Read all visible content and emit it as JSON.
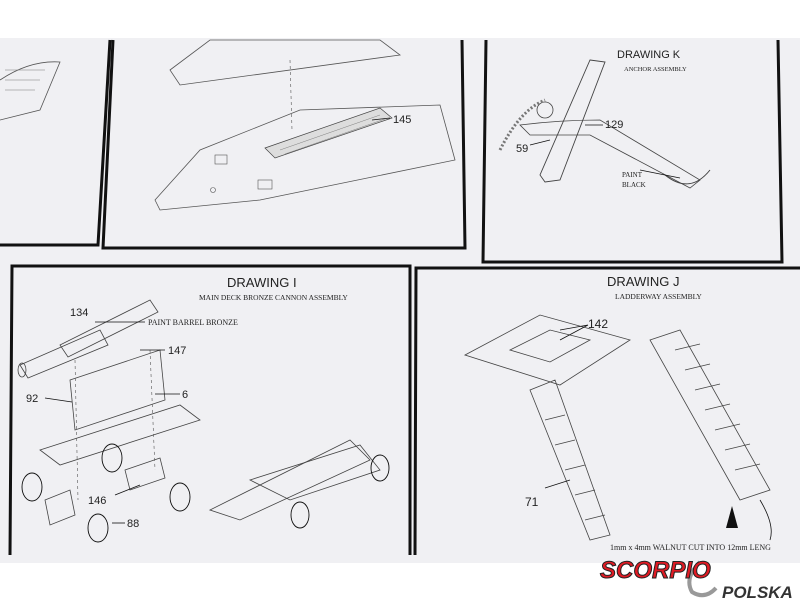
{
  "drawing_k": {
    "title": "DRAWING  K",
    "subtitle": "ANCHOR ASSEMBLY",
    "labels": [
      "129",
      "59"
    ],
    "note_line1": "PAINT",
    "note_line2": "BLACK"
  },
  "top_middle": {
    "labels": [
      "145"
    ]
  },
  "drawing_i": {
    "title": "DRAWING  I",
    "subtitle": "MAIN DECK BRONZE CANNON ASSEMBLY",
    "note": "PAINT BARREL BRONZE",
    "labels": [
      "134",
      "147",
      "92",
      "6",
      "146",
      "88"
    ]
  },
  "drawing_j": {
    "title": "DRAWING  J",
    "subtitle": "LADDERWAY ASSEMBLY",
    "labels": [
      "142",
      "71"
    ],
    "note": "1mm x 4mm WALNUT CUT INTO 12mm LENG"
  },
  "watermark": {
    "brand": "SCORPIO",
    "sub": "POLSKA"
  },
  "colors": {
    "paper": "#f1f1f4",
    "ink": "#222222",
    "brand_red": "#e01b24"
  }
}
